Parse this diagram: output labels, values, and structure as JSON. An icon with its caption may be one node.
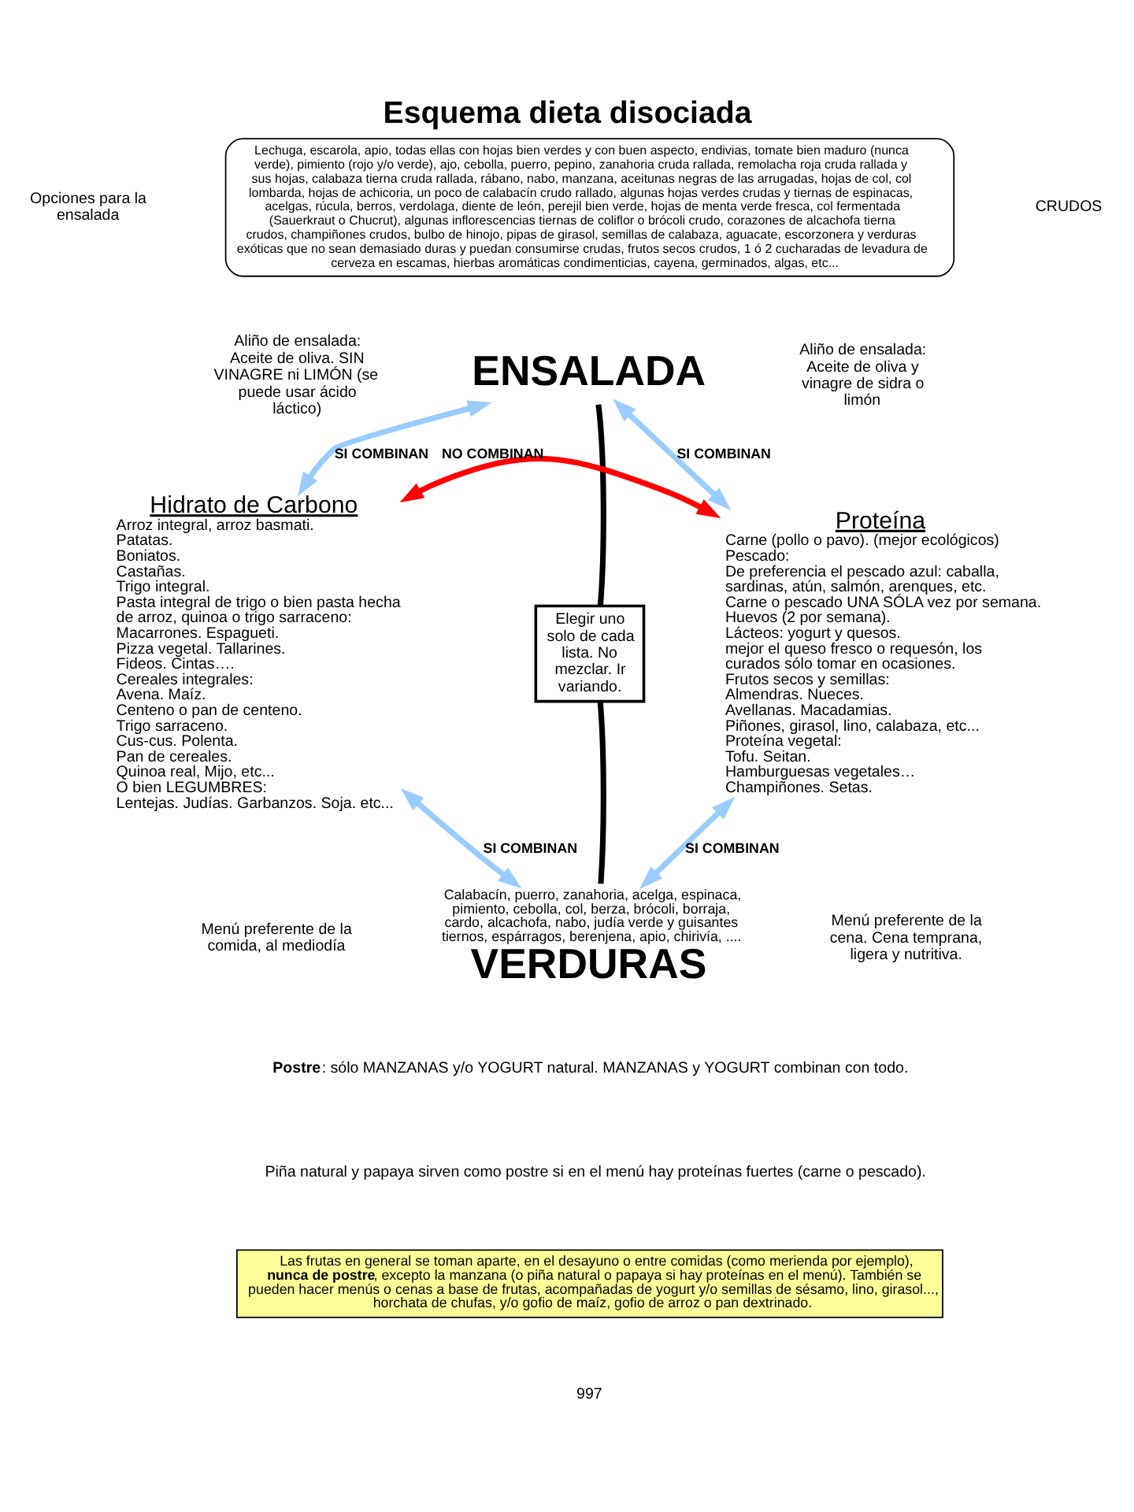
{
  "diagram": {
    "title": "Esquema dieta disociada",
    "nodes": [
      {
        "text": [
          "ENSALADA"
        ]
      },
      {
        "text": [
          "Hidrato de Carbono",
          "Arroz integral, arroz basmati.",
          "Patatas.",
          "Boniatos.",
          "Castañas.",
          "Trigo integral.",
          "Pasta integral de trigo o bien pasta hecha de arroz, quinoa o trigo sarraceno:",
          "Macarrones. Espagueti.",
          "Pizza vegetal. Tallarines.",
          "Fideos. Cintas….",
          "Cereales integrales:",
          "Avena. Maíz.",
          "Centeno o pan de centeno.",
          "Trigo sarraceno.",
          "Cus-cus. Polenta.",
          "Pan de cereales.",
          "Quinoa real, Mijo, etc...",
          "O bien LEGUMBRES:",
          "Lentejas. Judías. Garbanzos. Soja. etc..."
        ]
      },
      {
        "text": [
          "Proteína",
          "Carne (pollo o pavo). (mejor ecológicos)",
          "Pescado:",
          "De preferencia el pescado azul: caballa, sardinas, atún, salmón, arenques, etc.",
          "Carne o pescado UNA SÓLA vez por semana.",
          "Huevos (2 por semana).",
          "Lácteos: yogurt y quesos.",
          "mejor el queso fresco o requesón, los curados sólo tomar en ocasiones.",
          "Frutos secos y semillas:",
          "Almendras. Nueces.",
          "Avellanas. Macadamias.",
          "Piñones, girasol, lino, calabaza, etc...",
          "Proteína vegetal:",
          "Tofu. Seitan.",
          "Hamburguesas vegetales…",
          "Champiñones. Setas."
        ]
      },
      {
        "text": [
          "VERDURAS"
        ],
        "beside": [
          "Calabacín, puerro, zanahoria, acelga, espinaca, pimiento, cebolla, col, berza, brócoli, borraja, cardo, alcachofa, nabo, judía verde y guisantes tiernos, espárragos, berenjena, apio, chirivía, ...."
        ]
      },
      {
        "text": [
          "Elegir uno solo de cada lista. No mezclar. Ir variando."
        ]
      },
      {
        "text": [
          "Las frutas en general se toman aparte, en el desayuno o entre comidas (como merienda por ejemplo), **nunca de postre**, excepto la manzana (o piña natural o papaya si hay proteínas en el menú). También se pueden hacer menús o cenas a base de frutas, acompañadas de yogurt y/o semillas de sésamo, lino, girasol..., horchata de chufas, y/o gofio de maíz, gofio de arroz o pan dextrinado."
        ]
      }
    ],
    "edges": [
      {
        "from": 0,
        "to": 1,
        "arrow": "both",
        "label": "SI COMBINAN"
      },
      {
        "from": 0,
        "to": 2,
        "arrow": "both",
        "label": "SI COMBINAN"
      },
      {
        "from": 1,
        "to": 2,
        "arrow": "both",
        "label": "NO COMBINAN",
        "color": "#ff0000"
      },
      {
        "from": 0,
        "to": 4,
        "arrow": "none",
        "color": "#000000"
      },
      {
        "from": 4,
        "to": 3,
        "arrow": "none",
        "color": "#000000"
      },
      {
        "from": 1,
        "to": 3,
        "arrow": "both",
        "label": "SI COMBINAN"
      },
      {
        "from": 2,
        "to": 3,
        "arrow": "both",
        "label": "SI COMBINAN"
      }
    ],
    "labels": [
      "Opciones para la ensalada",
      "Lechuga, escarola, apio, todas ellas con hojas bien verdes y con buen aspecto, endivias, tomate bien maduro (nunca verde), pimiento (rojo y/o verde), ajo, cebolla, puerro, pepino, zanahoria cruda rallada, remolacha roja cruda rallada y sus hojas, calabaza tierna cruda rallada, rábano, nabo, manzana, aceitunas negras de las arrugadas, hojas de col, col lombarda, hojas de achicoria, un poco de calabacín crudo rallado, algunas hojas verdes crudas y tiernas de espinacas, acelgas, rúcula, berros, verdolaga, diente de león, perejil bien verde, hojas de menta verde fresca, col fermentada (Sauerkraut o Chucrut), algunas inflorescencias tiernas de coliflor o brócoli crudo, corazones de alcachofa tierna crudos, champiñones crudos, bulbo de hinojo, pipas de girasol, semillas de calabaza, aguacate, escorzonera y verduras exóticas que no sean demasiado duras y puedan consumirse crudas, frutos secos crudos, 1 ó 2 cucharadas de levadura de cerveza en escamas, hierbas aromáticas condimenticias, cayena, germinados, algas, etc...",
      "CRUDOS",
      "Aliño de ensalada: Aceite de oliva. SIN VINAGRE ni LIMÓN (se puede usar ácido láctico)",
      "Aliño de ensalada: Aceite de oliva y vinagre de sidra o limón",
      "Menú preferente de la comida, al mediodía",
      "Menú preferente de la cena. Cena temprana, ligera y nutritiva.",
      "**Postre**: sólo MANZANAS y/o YOGURT natural. MANZANAS y YOGURT combinan con todo.",
      "Piña natural y papaya sirven como postre si en el menú hay proteínas fuertes (carne o pescado).",
      "997"
    ]
  }
}
